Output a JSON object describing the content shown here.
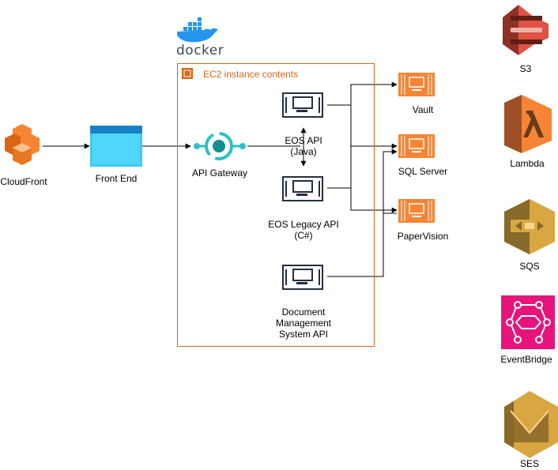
{
  "ec2": {
    "title": "EC2 instance contents"
  },
  "docker": {
    "logo_text": "docker"
  },
  "nodes": {
    "cloudfront": "CloudFront",
    "frontend": "Front End",
    "api_gateway": "API Gateway",
    "eos_api_line1": "EOS API",
    "eos_api_line2": "(Java)",
    "eos_legacy_line1": "EOS Legacy API",
    "eos_legacy_line2": "(C#)",
    "dms_line1": "Document",
    "dms_line2": "Management",
    "dms_line3": "System API",
    "vault": "Vault",
    "sql_server": "SQL Server",
    "papervision": "PaperVision"
  },
  "legend": {
    "s3": "S3",
    "lambda": "Lambda",
    "sqs": "SQS",
    "eventbridge": "EventBridge",
    "ses": "SES"
  },
  "colors": {
    "aws_orange": "#d86613",
    "container_orange": "#f58534",
    "s3_red": "#e05243",
    "lambda_orange": "#ed7a2a",
    "sqs_gold": "#d9a741",
    "eventbridge_pink": "#e7157b",
    "ses_gold": "#d9a741",
    "gateway_teal": "#2bc0c7",
    "frontend_blue": "#3ccbf4"
  }
}
